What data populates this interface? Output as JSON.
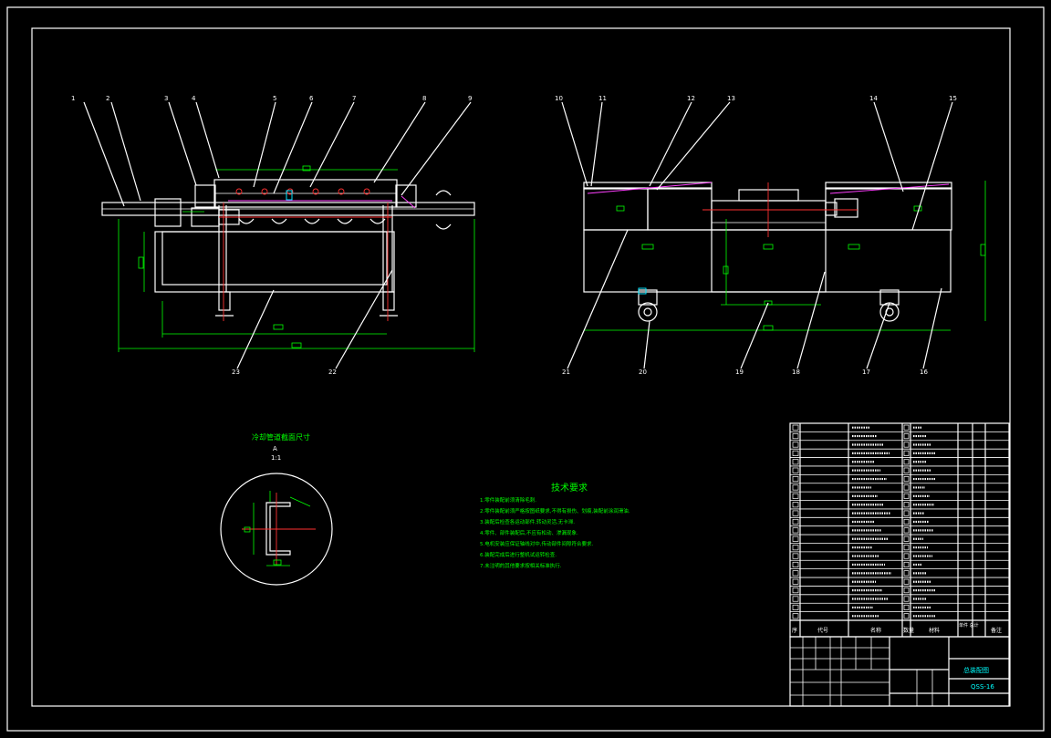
{
  "balloons_left": [
    "1",
    "2",
    "3",
    "4",
    "5",
    "6",
    "7",
    "8",
    "9",
    "22",
    "23"
  ],
  "balloons_right": [
    "10",
    "11",
    "12",
    "13",
    "14",
    "15",
    "16",
    "17",
    "18",
    "19",
    "20",
    "21"
  ],
  "section_view": {
    "title": "冷却管道截面尺寸",
    "label": "A",
    "scale": "1:1"
  },
  "tech_requirements": {
    "title": "技术要求",
    "items": [
      "1.零件装配前须清除毛刺.",
      "2.零件装配前须严格按图纸要求,不得有损伤、划痕,装配前涂润滑油.",
      "3.装配后检查各运动部件,转动灵活,无卡滞.",
      "4.零件、部件装配后,不应有松动、渗漏现象.",
      "5.电机安装应保证轴线对中,传动部件间隙符合要求.",
      "6.装配完成后进行整机试运转检查.",
      "7.未注明的其他要求按相关标准执行."
    ]
  },
  "bom_header": {
    "no": "序",
    "code": "代号",
    "name": "名称",
    "qty": "数量",
    "material": "材料",
    "weight": "单件 总计",
    "note": "备注"
  },
  "title_block": {
    "drawing_name": "总装配图",
    "drawing_code": "QSS-16"
  },
  "colors": {
    "outline": "#ffffff",
    "dimension": "#00ff00",
    "centerline": "#ff3030",
    "coolant": "#00e5ff",
    "accent": "#ff40ff"
  }
}
